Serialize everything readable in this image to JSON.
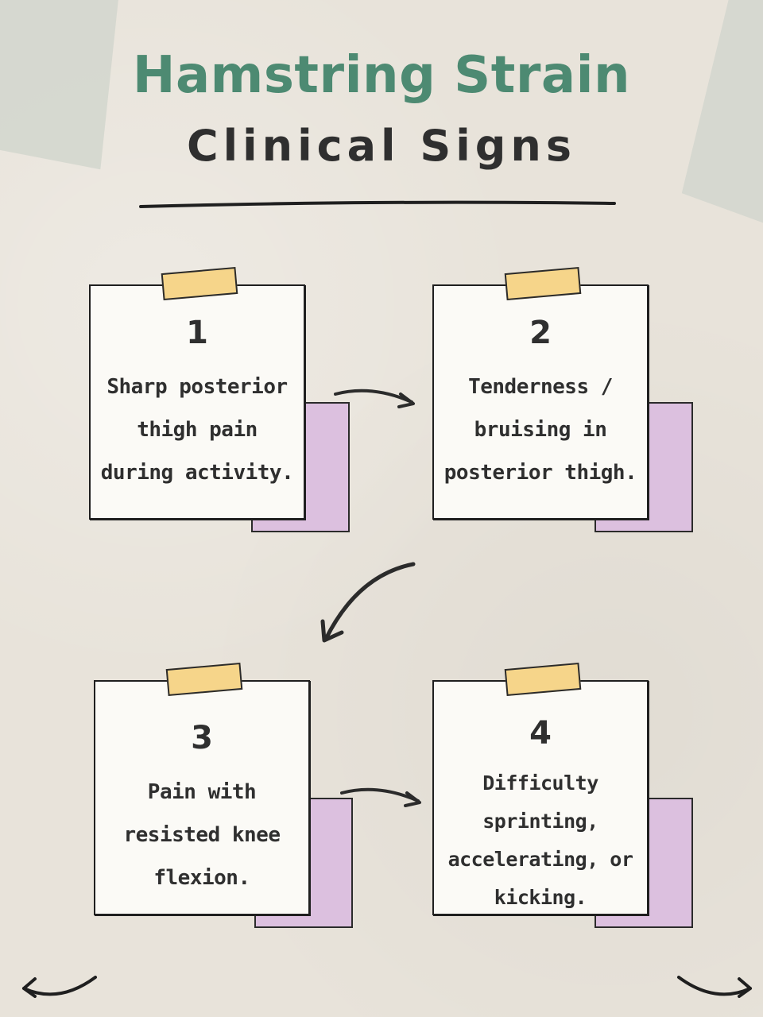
{
  "header": {
    "title": "Hamstring Strain",
    "subtitle": "Clinical Signs"
  },
  "cards": [
    {
      "number": "1",
      "text": "Sharp posterior thigh pain during activity."
    },
    {
      "number": "2",
      "text": "Tenderness / bruising in posterior thigh."
    },
    {
      "number": "3",
      "text": "Pain with resisted knee flexion."
    },
    {
      "number": "4",
      "text": "Difficulty sprinting, accelerating, or kicking."
    }
  ],
  "colors": {
    "title": "#4d8a72",
    "subtitle": "#2f2f2f",
    "tape": "#f6d58a",
    "card_back": "#dcc0df",
    "background": "#e8e3da"
  },
  "icons": {
    "nav_prev": "arrow-left-icon",
    "nav_next": "arrow-right-icon",
    "flow": "curved-arrow-icon"
  }
}
